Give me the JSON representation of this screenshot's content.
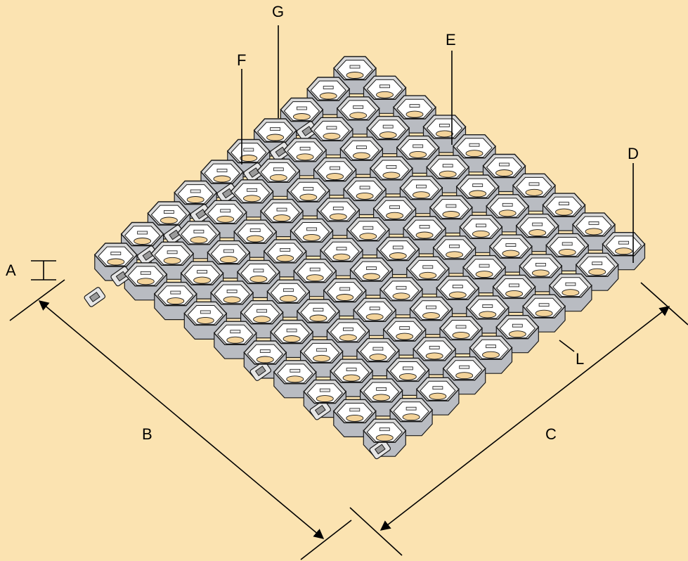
{
  "labels": {
    "A": "A",
    "B": "B",
    "C": "C",
    "D": "D",
    "E": "E",
    "F": "F",
    "G": "G",
    "L": "L"
  },
  "colors": {
    "background": "#fbe3b1",
    "cell_wall": "#d8d8d8",
    "cell_inner": "#ffffff",
    "cell_floor": "#f3d39a",
    "outline": "#1a1a1a",
    "side": "#b9bcc2"
  },
  "grid": {
    "rows": 10,
    "cols": 10
  }
}
